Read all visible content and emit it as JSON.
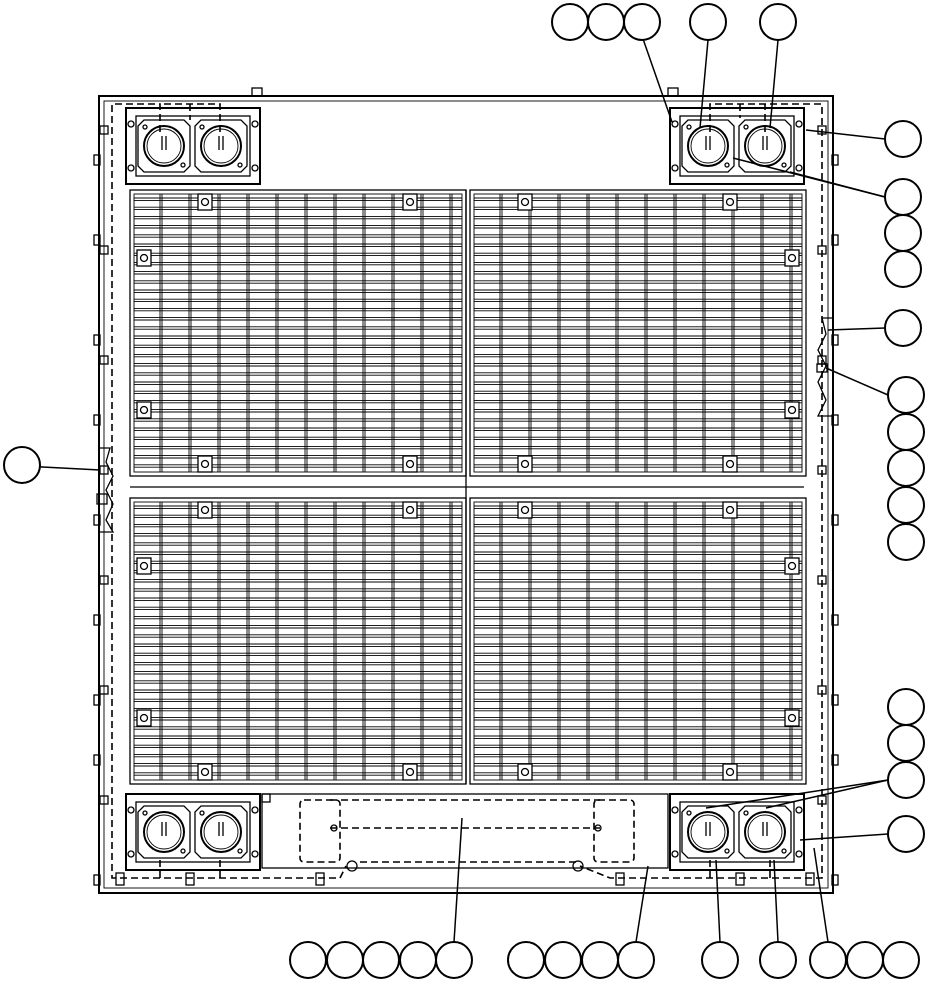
{
  "drawing": {
    "subject": "",
    "ink_color": "#000000",
    "paper_color": "#ffffff"
  },
  "callouts": [
    {
      "id": "c-top-1",
      "label": ""
    },
    {
      "id": "c-top-2",
      "label": ""
    },
    {
      "id": "c-top-3",
      "label": ""
    },
    {
      "id": "c-top-4",
      "label": ""
    },
    {
      "id": "c-top-5",
      "label": ""
    },
    {
      "id": "c-right-1",
      "label": ""
    },
    {
      "id": "c-right-2",
      "label": ""
    },
    {
      "id": "c-right-3",
      "label": ""
    },
    {
      "id": "c-right-4",
      "label": ""
    },
    {
      "id": "c-right-5",
      "label": ""
    },
    {
      "id": "c-right-6",
      "label": ""
    },
    {
      "id": "c-right-7",
      "label": ""
    },
    {
      "id": "c-right-8",
      "label": ""
    },
    {
      "id": "c-right-9",
      "label": ""
    },
    {
      "id": "c-right-10",
      "label": ""
    },
    {
      "id": "c-right-11",
      "label": ""
    },
    {
      "id": "c-right-12",
      "label": ""
    },
    {
      "id": "c-right-13",
      "label": ""
    },
    {
      "id": "c-right-14",
      "label": ""
    },
    {
      "id": "c-right-15",
      "label": ""
    },
    {
      "id": "c-left-1",
      "label": ""
    },
    {
      "id": "c-bottom-1",
      "label": ""
    },
    {
      "id": "c-bottom-2",
      "label": ""
    },
    {
      "id": "c-bottom-3",
      "label": ""
    },
    {
      "id": "c-bottom-4",
      "label": ""
    },
    {
      "id": "c-bottom-5",
      "label": ""
    },
    {
      "id": "c-bottom-6",
      "label": ""
    },
    {
      "id": "c-bottom-7",
      "label": ""
    },
    {
      "id": "c-bottom-8",
      "label": ""
    },
    {
      "id": "c-bottom-9",
      "label": ""
    },
    {
      "id": "c-bottom-10",
      "label": ""
    },
    {
      "id": "c-bottom-11",
      "label": ""
    },
    {
      "id": "c-bottom-12",
      "label": ""
    },
    {
      "id": "c-bottom-13",
      "label": ""
    },
    {
      "id": "c-bottom-14",
      "label": ""
    }
  ],
  "components": {
    "grille_panels": 4,
    "connector_plates": 4,
    "receptacles_per_plate": 2
  }
}
